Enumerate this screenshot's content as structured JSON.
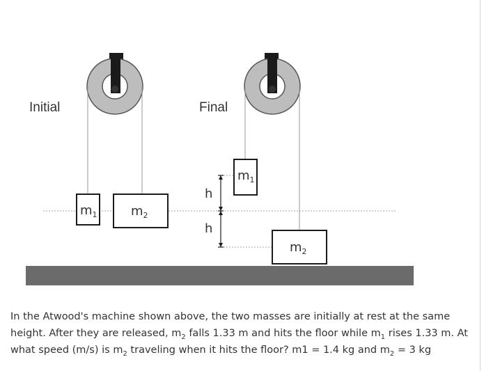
{
  "diagram": {
    "initial_label": "Initial",
    "final_label": "Final",
    "height_labels": [
      "h",
      "h"
    ],
    "mass_labels": {
      "initial_m1": {
        "base": "m",
        "sub": "1"
      },
      "initial_m2": {
        "base": "m",
        "sub": "2"
      },
      "final_m1": {
        "base": "m",
        "sub": "1"
      },
      "final_m2": {
        "base": "m",
        "sub": "2"
      }
    },
    "colors": {
      "floor": "#6b6b6b",
      "pulley_outer": "#bdbdbd",
      "pulley_inner": "#ffffff",
      "pulley_hub": "#333333",
      "support": "#1a1a1a",
      "rope": "#9a9a9a",
      "dotted": "#a0a0a0",
      "text": "#333333"
    }
  },
  "question": {
    "part1": "In the Atwood's machine shown above, the two masses are initially at rest at the same height. After they are released, m",
    "sub1": "2",
    "part2": " falls 1.33 m and hits the floor while m",
    "sub2": "1",
    "part3": " rises 1.33 m. At what speed (m/s) is m",
    "sub3": "2",
    "part4": " traveling when it hits the floor? m1 = 1.4 kg and m",
    "sub4": "2",
    "part5": " = 3 kg"
  }
}
